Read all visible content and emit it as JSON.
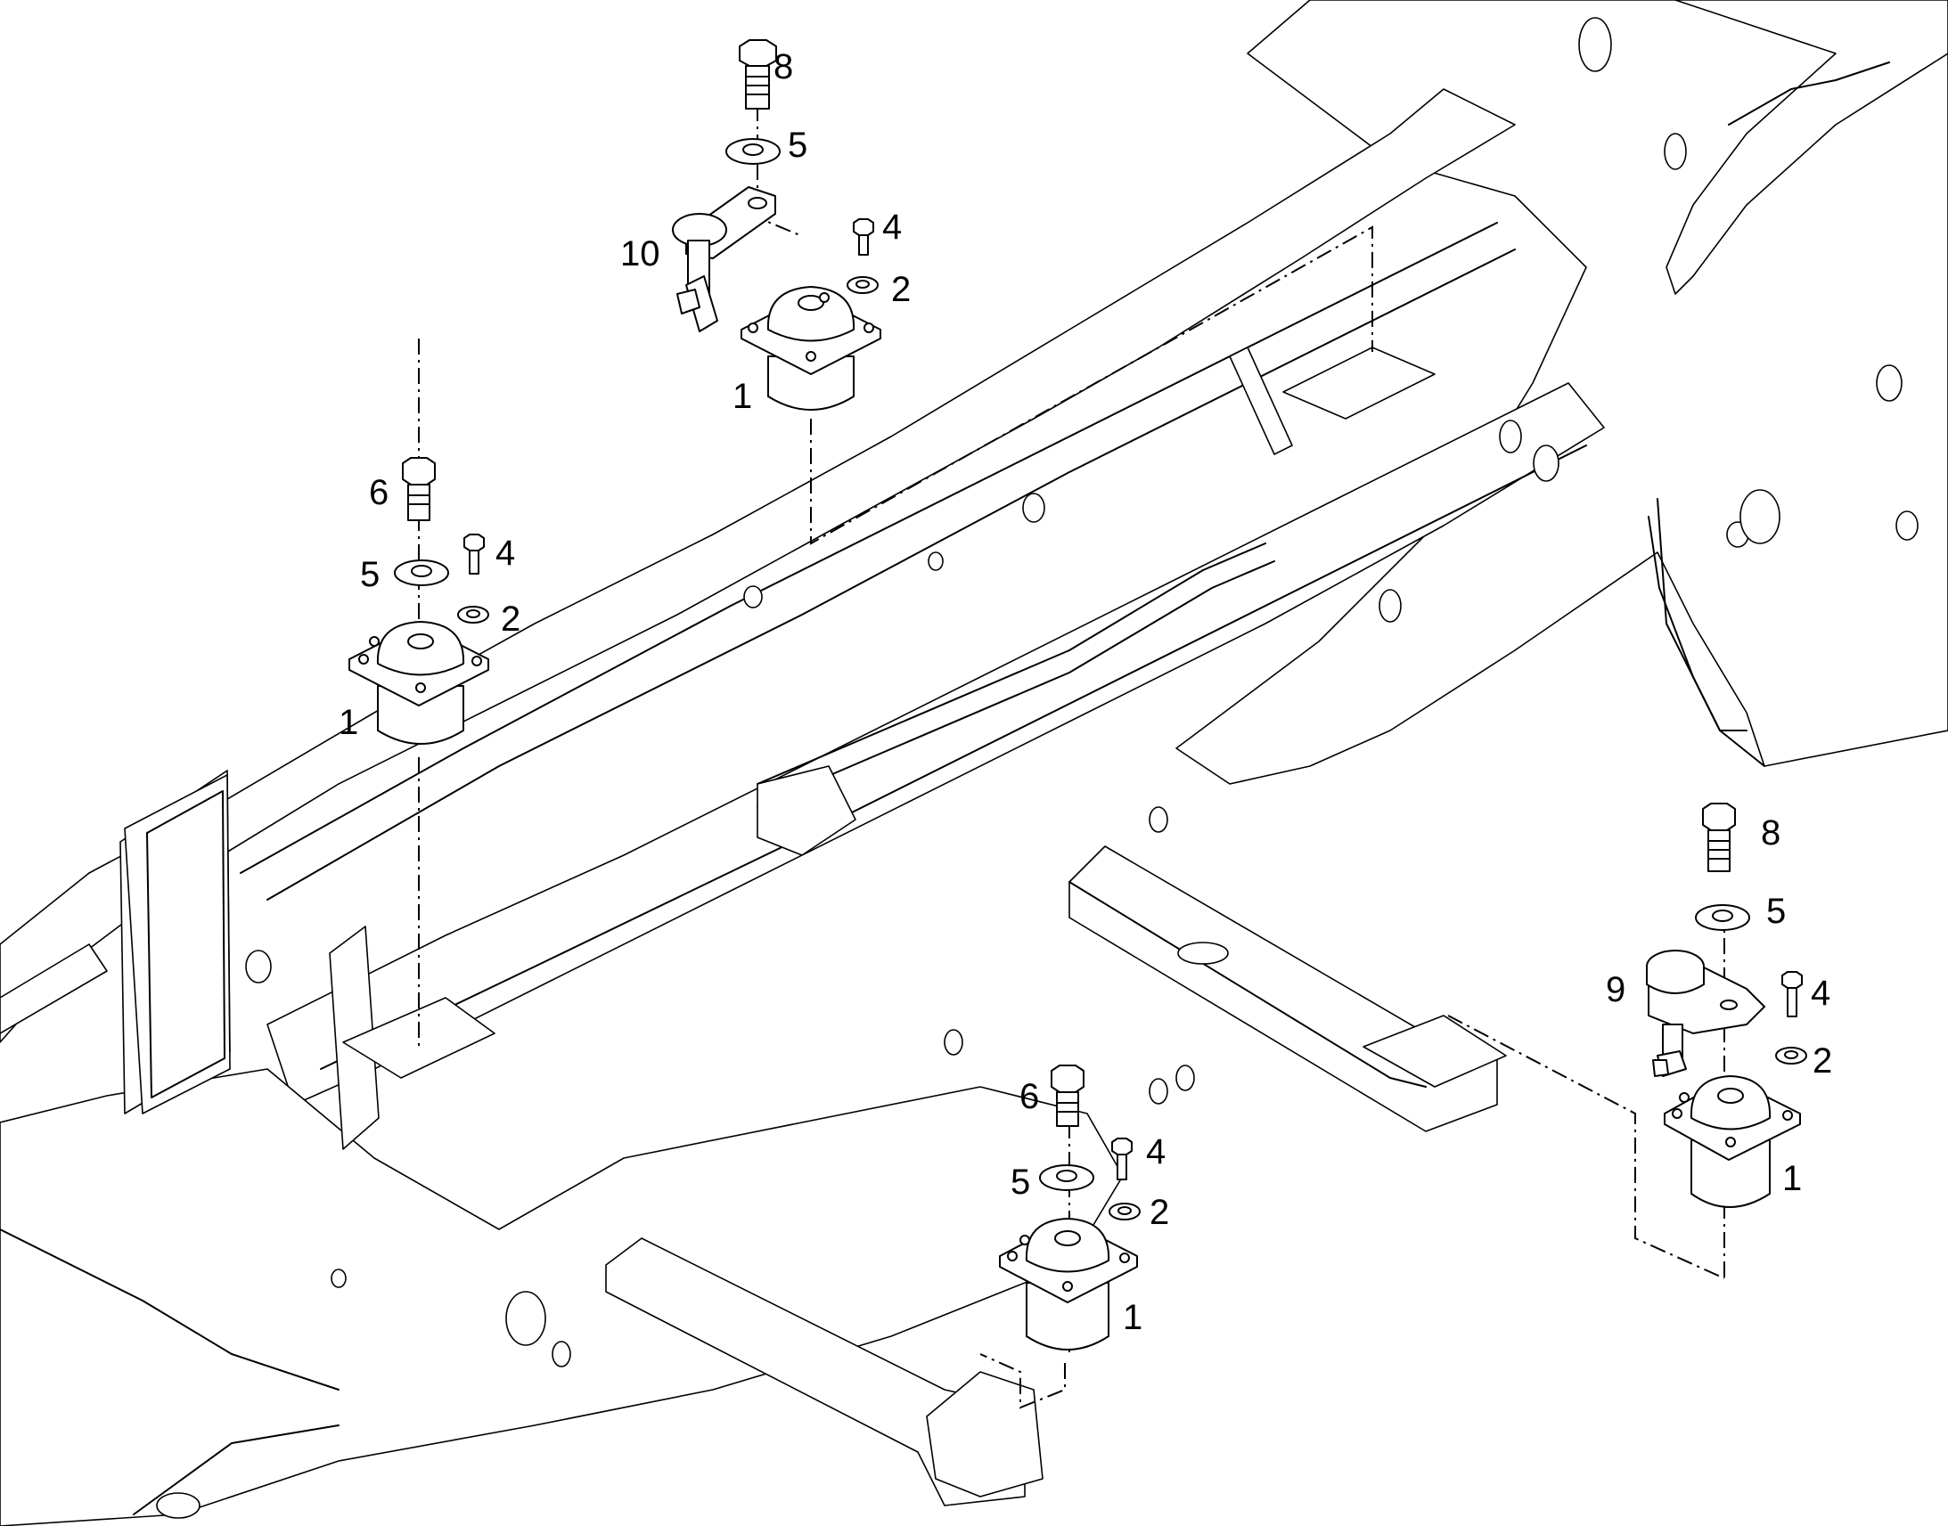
{
  "callouts": [
    "8",
    "5",
    "10",
    "4",
    "2",
    "1",
    "6",
    "5",
    "4",
    "2",
    "1",
    "8",
    "5",
    "9",
    "4",
    "2",
    "1",
    "6",
    "4",
    "5",
    "2",
    "1"
  ]
}
